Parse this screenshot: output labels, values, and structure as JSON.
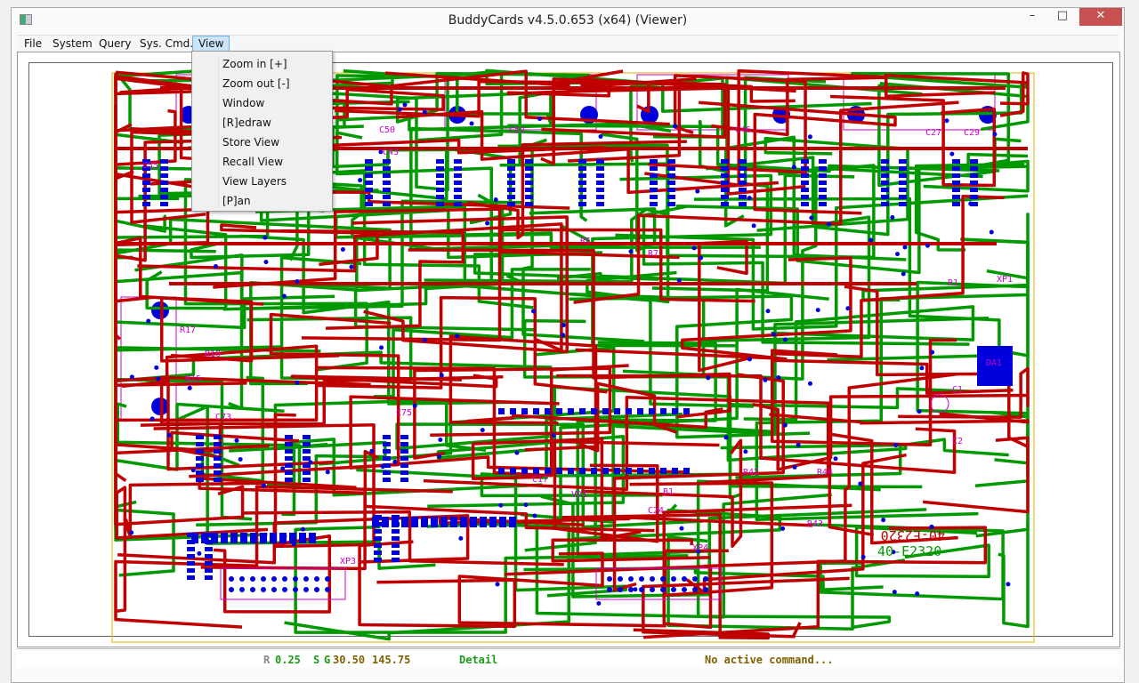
{
  "window": {
    "title": "BuddyCards v4.5.0.653 (x64) (Viewer)",
    "minimize": "–",
    "maximize": "□",
    "close": "✕"
  },
  "menu": {
    "items": [
      "File",
      "System",
      "Query",
      "Sys. Cmd.",
      "View"
    ],
    "active": "View"
  },
  "view_menu": {
    "items": [
      "Zoom in [+]",
      "Zoom out [-]",
      "Window",
      "[R]edraw",
      "Store View",
      "Recall View",
      "View Layers",
      "[P]an"
    ]
  },
  "status": {
    "r_label": "R",
    "r_value": "0.25",
    "s_label": "S",
    "g_label": "G",
    "x": "30.50",
    "y": "145.75",
    "mode": "Detail",
    "command": "No active command..."
  },
  "pcb": {
    "labels": [
      "C50",
      "C52",
      "C27",
      "C29",
      "C55",
      "C46",
      "C43",
      "R1",
      "XP1",
      "C1",
      "C2",
      "R42",
      "R44",
      "R43",
      "XP4",
      "XP3",
      "B1",
      "C24",
      "C17",
      "R15",
      "R16",
      "C73",
      "C75",
      "DA1",
      "R5",
      "R7",
      "R17",
      "VD1"
    ],
    "part_number_top": "40-E2320",
    "part_number_bottom": "40-E2320"
  },
  "colors": {
    "top_layer": "#c00000",
    "bottom_layer": "#009900",
    "pads": "#0000dd",
    "silkscreen": "#cc00cc",
    "outline": "#e0b000",
    "accent": "#cce4f7"
  }
}
